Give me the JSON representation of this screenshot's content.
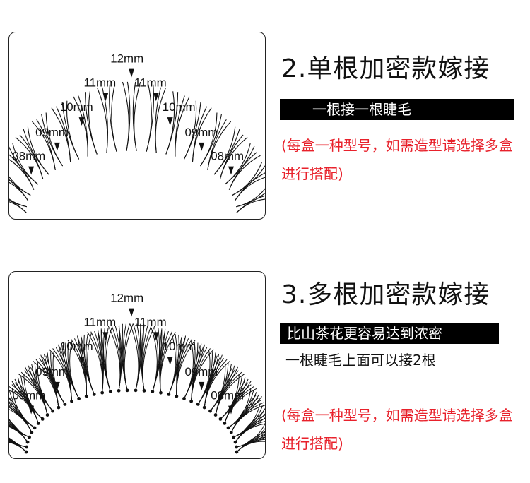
{
  "colors": {
    "note": "#e8212b",
    "bar_bg": "#000000",
    "bar_text": "#ffffff"
  },
  "panel1": {
    "labels": {
      "top": "12mm",
      "l11": "11mm",
      "r11": "11mm",
      "l10": "10mm",
      "r10": "10mm",
      "l09": "09mm",
      "r09": "09mm",
      "l08": "08mm",
      "r08": "08mm"
    }
  },
  "panel2": {
    "labels": {
      "top": "12mm",
      "l11": "11mm",
      "r11": "11mm",
      "l10": "10mm",
      "r10": "10mm",
      "l09": "09mm",
      "r09": "09mm",
      "l08": "08mm",
      "r08": "08mm"
    }
  },
  "section2": {
    "title": "2.单根加密款嫁接",
    "subtitle": "一根接一根睫毛",
    "note": "(每盒一种型号，如需造型请选择多盒进行搭配)"
  },
  "section3": {
    "title": "3.多根加密款嫁接",
    "subtitle": "比山茶花更容易达到浓密",
    "subtitle2": "一根睫毛上面可以接2根",
    "note": "(每盒一种型号，如需造型请选择多盒进行搭配)"
  }
}
